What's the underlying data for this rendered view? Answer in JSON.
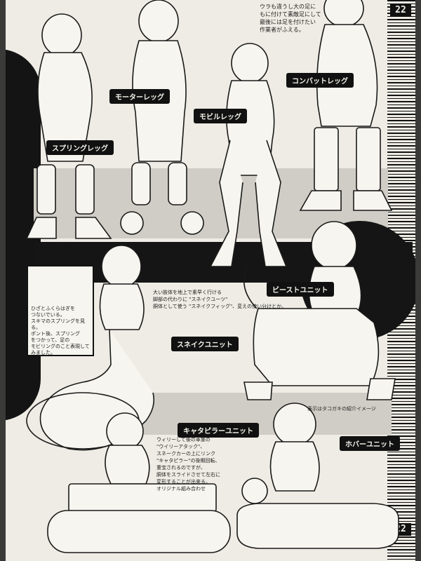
{
  "page": {
    "number_top": "22",
    "number_bottom": "22"
  },
  "labels": {
    "spring_leg": "スプリングレッグ",
    "motor_leg": "モーターレッグ",
    "mobile_leg": "モビルレッグ",
    "combat_leg": "コンバットレッグ",
    "beast_unit": "ビーストユニット",
    "snake_unit": "スネイクユニット",
    "caterpillar_unit": "キャタピラーユニット",
    "hover_unit": "ホバーユニット"
  },
  "notes": {
    "top_right": "ウラも違うし大の足に\nもに付けて素敵足にして\n最後には足を付けたい\n作業者がふえる。",
    "inset": "ひざとふくらはぎを\nつないでいる。\nスキマのスプリングを見る。\nポント後、スプリング\nをつかって、足の\nモビリングのこと表現して\nみました。",
    "snake": "大い肢体を地上で素早く行ける\n脚部の代わりに \"スネイクユーツ\"\n胴体として使う \"スネイクフィッグ\"、変えの使い分けとか。",
    "caterpillar": "ウィリーして後の車重の\n\"ウイリーアタック\"、\nスネークカーの上にリンク\n\"キャタピラー\"の後期回転、\n重宝されるのですが、\n胴体をスライドさせて左右に\n変形することが出来る。\nオリジナル組み合わせ",
    "hover": "表示はタコガキの紹介イメージ"
  }
}
